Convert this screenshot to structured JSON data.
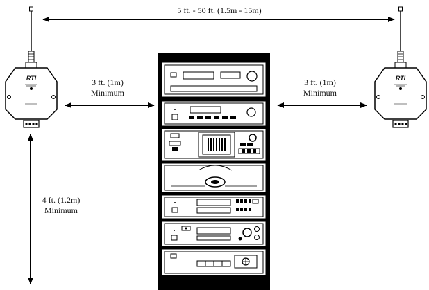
{
  "labels": {
    "range": "5 ft. - 50 ft. (1.5m - 15m)",
    "left_gap_line1": "3 ft. (1m)",
    "left_gap_line2": "Minimum",
    "right_gap_line1": "3 ft. (1m)",
    "right_gap_line2": "Minimum",
    "height_line1": "4 ft. (1.2m)",
    "height_line2": "Minimum"
  },
  "devices": {
    "left_receiver": {
      "logo": "RTI"
    },
    "right_receiver": {
      "logo": "RTI"
    }
  },
  "rack": {
    "units": [
      "receiver",
      "tuner",
      "cassette-deck",
      "cd-player",
      "vcr",
      "dvd-player",
      "amplifier"
    ]
  }
}
